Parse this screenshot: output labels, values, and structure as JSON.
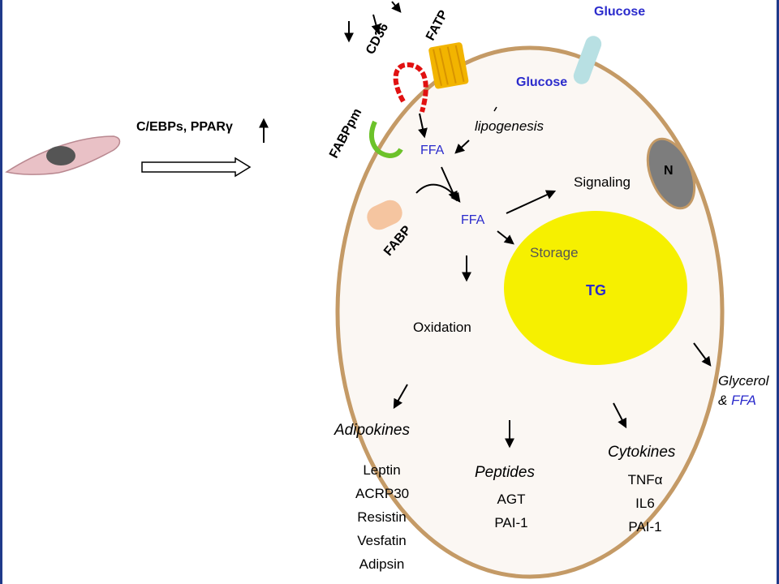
{
  "induction": {
    "factors": "C/EBPs, PPARγ",
    "up_arrow": "↑"
  },
  "membrane": {
    "cd36": "CD36",
    "fatp": "FATP",
    "fabppm": "FABPpm",
    "glucose_out": "Glucose"
  },
  "inside": {
    "glucose_in": "Glucose",
    "lipogenesis": "lipogenesis",
    "ffa_top": "FFA",
    "ffa_mid": "FFA",
    "fabp": "FABP",
    "signaling": "Signaling",
    "nucleus": "N",
    "storage": "Storage",
    "tg": "TG",
    "oxidation": "Oxidation"
  },
  "release": {
    "glycerol": "Glycerol",
    "amp": "& ",
    "ffa": "FFA"
  },
  "secreted": {
    "adipokines": {
      "title": "Adipokines",
      "items": [
        "Leptin",
        "ACRP30",
        "Resistin",
        "Vesfatin",
        "Adipsin"
      ]
    },
    "peptides": {
      "title": "Peptides",
      "items": [
        "AGT",
        "PAI-1"
      ]
    },
    "cytokines": {
      "title": "Cytokines",
      "items": [
        "TNFα",
        "IL6",
        "PAI-1"
      ]
    }
  },
  "colors": {
    "cell_fill": "#fbf7f3",
    "cell_stroke": "#c49a66",
    "lipid": "#f6f000",
    "nucleus": "#7d7d7d",
    "cd36": "#e11111",
    "fatp": "#f2b400",
    "fabppm": "#6cc22a",
    "glucose_transporter": "#b8e0e3",
    "fabp": "#f5c5a0",
    "label_blue": "#2b2bcc",
    "frame": "#1f3a8a"
  }
}
